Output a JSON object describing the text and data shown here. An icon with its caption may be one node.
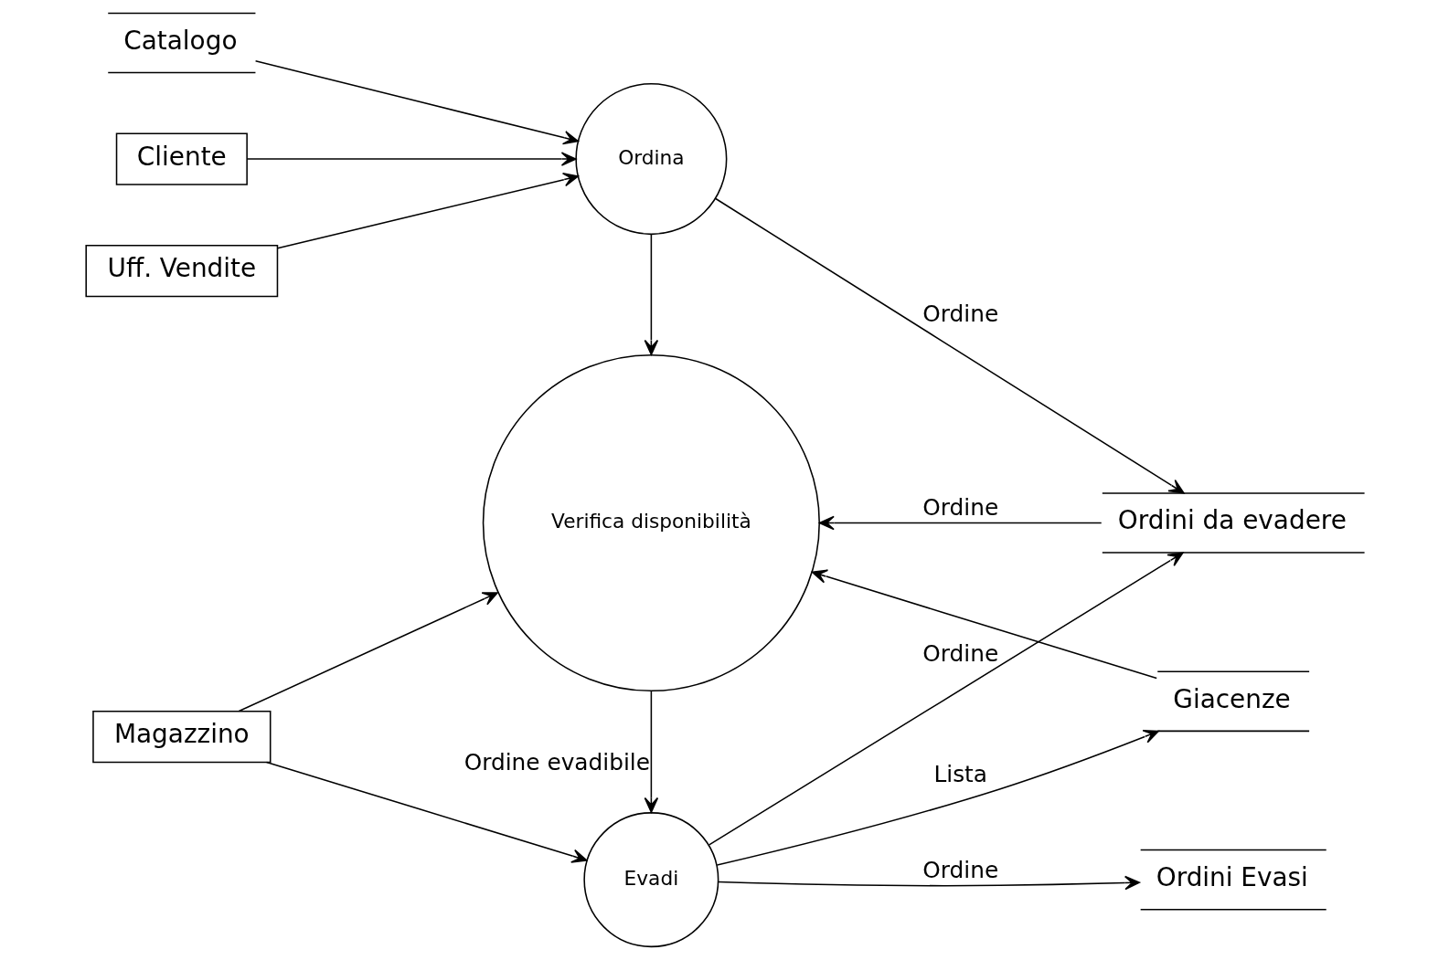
{
  "diagram": {
    "nodes": [
      {
        "text": [
          "Catalogo"
        ]
      },
      {
        "text": [
          "Cliente"
        ]
      },
      {
        "text": [
          "Ordina"
        ]
      },
      {
        "text": [
          "Ordini da evadere"
        ]
      },
      {
        "text": [
          "Uff. Vendite"
        ]
      },
      {
        "text": [
          "Verifica disponibilità"
        ]
      },
      {
        "text": [
          "Giacenze"
        ]
      },
      {
        "text": [
          "Magazzino"
        ]
      },
      {
        "text": [
          "Evadi"
        ]
      },
      {
        "text": [
          "Ordini Evasi"
        ]
      }
    ],
    "edges": [
      {
        "from": 0,
        "to": 2,
        "arrow": "to"
      },
      {
        "from": 1,
        "to": 2,
        "arrow": "to"
      },
      {
        "from": 4,
        "to": 2,
        "arrow": "to"
      },
      {
        "from": 2,
        "to": 3,
        "label": "Ordine",
        "arrow": "to"
      },
      {
        "from": 2,
        "to": 5,
        "arrow": "to"
      },
      {
        "from": 3,
        "to": 5,
        "label": "Ordine",
        "arrow": "to"
      },
      {
        "from": 6,
        "to": 5,
        "arrow": "to"
      },
      {
        "from": 7,
        "to": 5,
        "arrow": "to"
      },
      {
        "from": 7,
        "to": 8,
        "arrow": "to"
      },
      {
        "from": 5,
        "to": 8,
        "label": "Ordine evadibile",
        "arrow": "to"
      },
      {
        "from": 8,
        "to": 6,
        "label": "Lista",
        "arrow": "to"
      },
      {
        "from": 8,
        "to": 3,
        "label": "Ordine",
        "arrow": "to"
      },
      {
        "from": 8,
        "to": 9,
        "label": "Ordine",
        "arrow": "to"
      }
    ]
  }
}
